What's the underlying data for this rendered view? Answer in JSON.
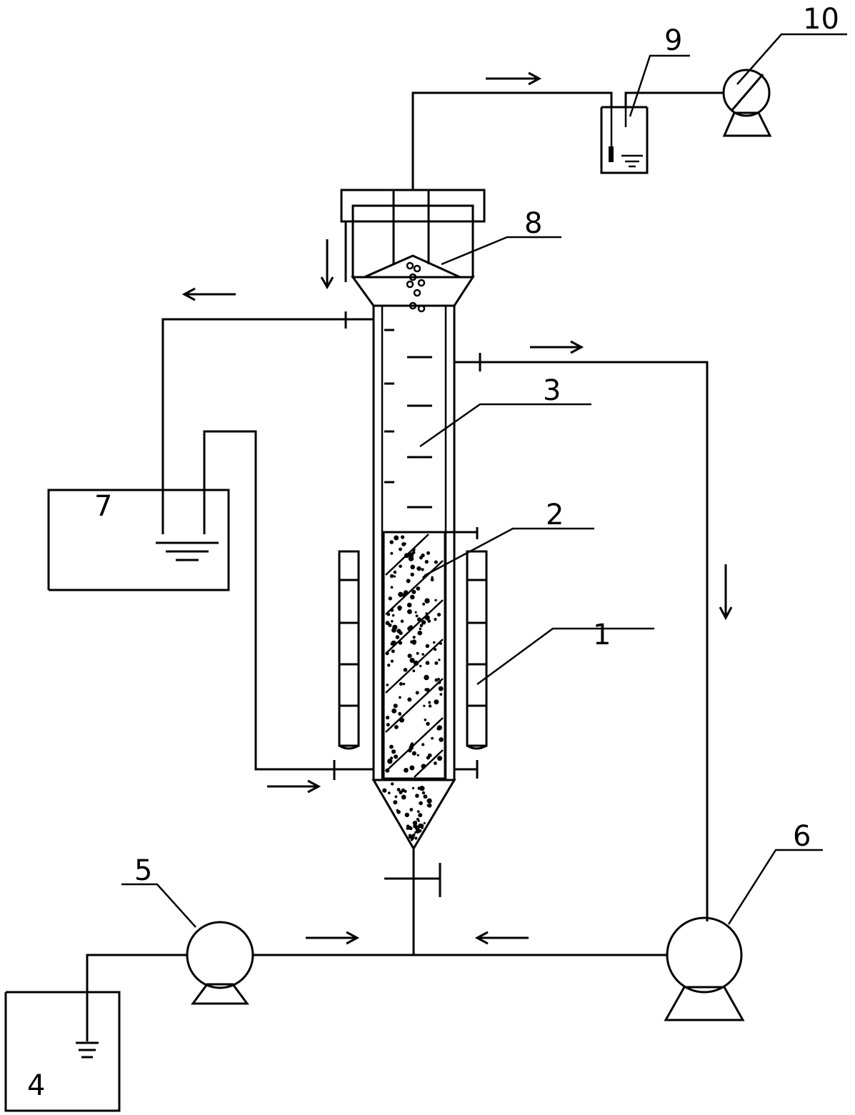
{
  "labels": {
    "heater": "1",
    "packing": "2",
    "reactor_column": "3",
    "feed_tank": "4",
    "feed_pump": "5",
    "recirculation_pump": "6",
    "water_bath": "7",
    "separator": "8",
    "gas_collector": "9",
    "gas_pump": "10"
  },
  "colors": {
    "line": "#000000",
    "background": "#ffffff"
  },
  "icons": [
    "flow-arrow-icon",
    "valve-icon",
    "pump-icon",
    "liquid-level-icon"
  ]
}
